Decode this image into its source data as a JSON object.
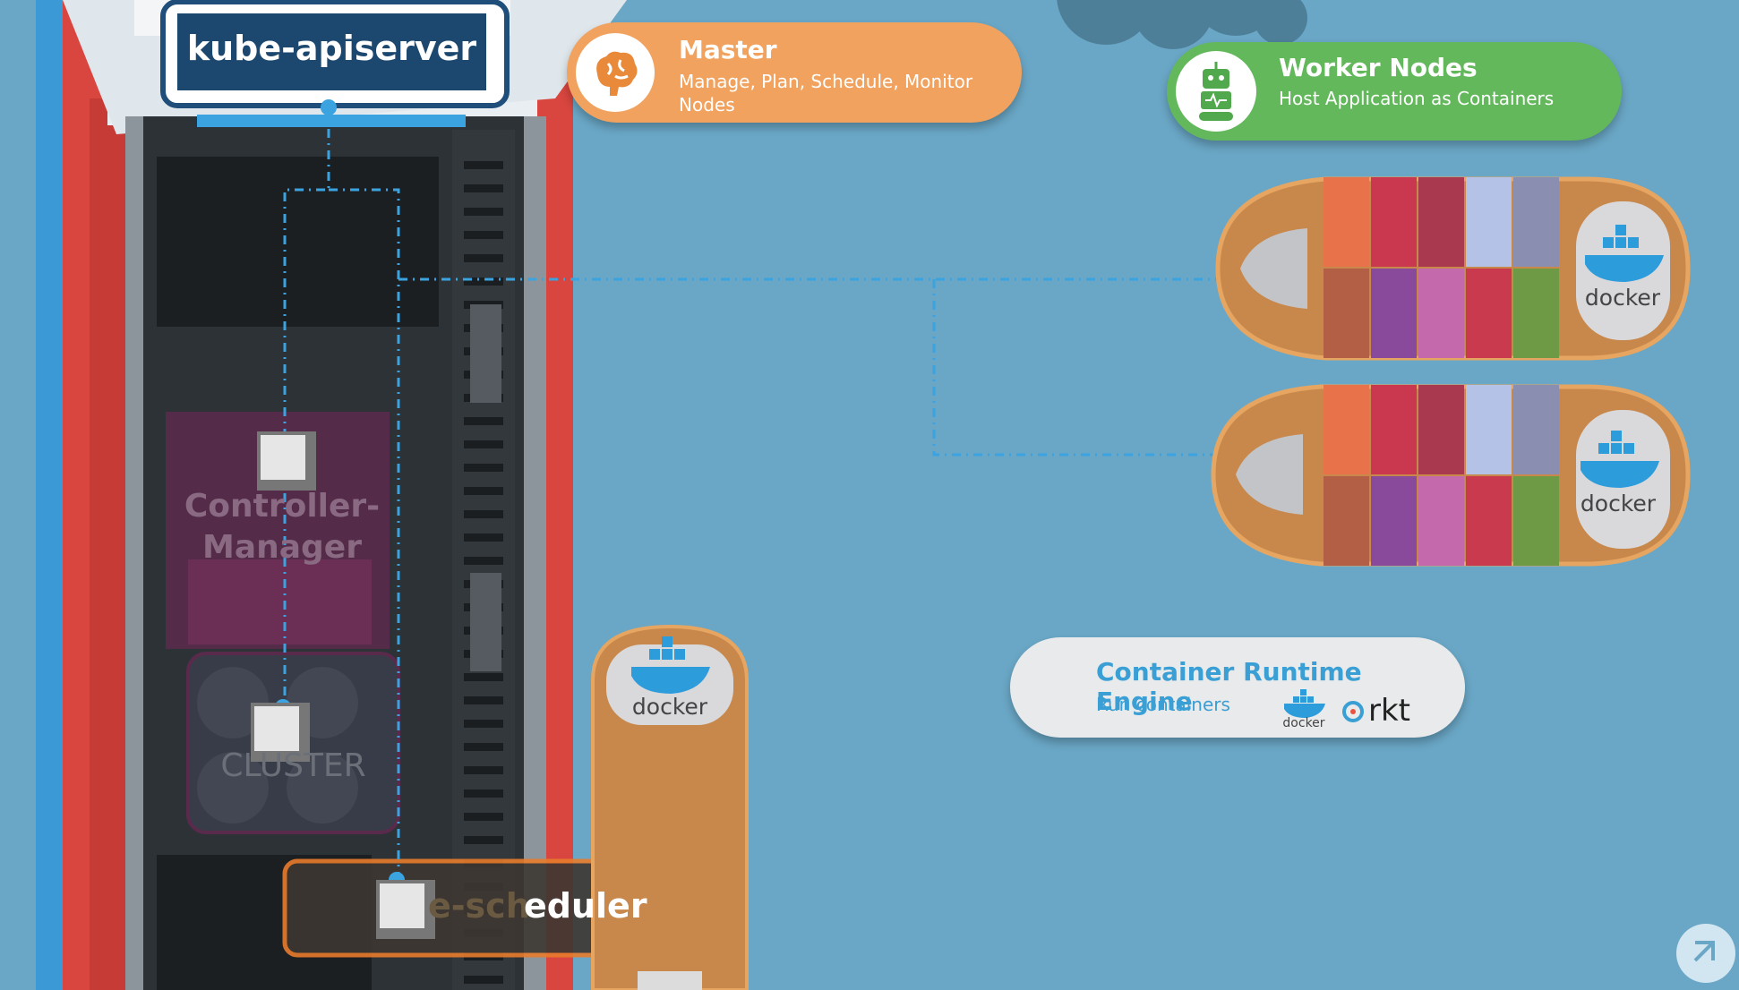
{
  "api_server": {
    "label": "kube-apiserver"
  },
  "master": {
    "title": "Master",
    "subtitle": "Manage, Plan, Schedule, Monitor Nodes",
    "icon": "brain-icon",
    "color": "#f0a25e"
  },
  "workers": {
    "title": "Worker Nodes",
    "subtitle": "Host Application as Containers",
    "icon": "robot-icon",
    "color": "#63b85c"
  },
  "controller_manager": {
    "label": "Controller-\nManager"
  },
  "etcd": {
    "label": "CLUSTER"
  },
  "scheduler": {
    "label": "eduler",
    "faded_label": "e-sch"
  },
  "runtime": {
    "title": "Container Runtime Engine",
    "subtitle": "Run containers",
    "logos": [
      "docker",
      "rkt"
    ],
    "color": "#3a9fd4"
  },
  "docker_logo_text": "docker",
  "rkt_logo_text": "rkt",
  "container_colors": {
    "top": [
      "#e8734a",
      "#c9384e",
      "#a8394f",
      "#b3c2e6",
      "#8a8eb0"
    ],
    "bottom": [
      "#b35f46",
      "#8a4a9c",
      "#c46aac",
      "#c93a4f",
      "#6e9a45"
    ]
  }
}
